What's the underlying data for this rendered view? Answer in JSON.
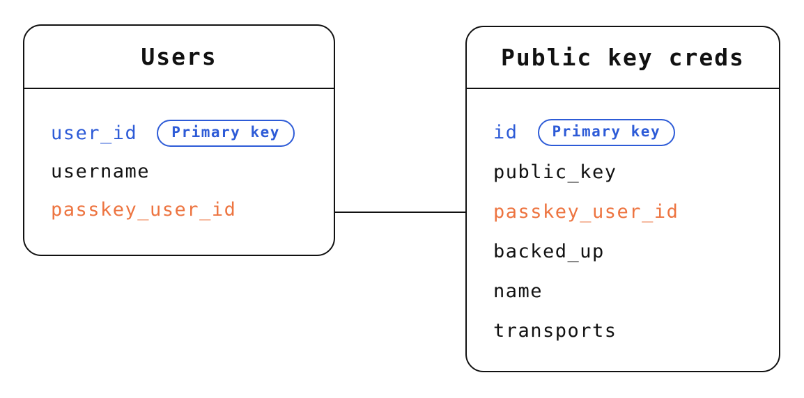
{
  "diagram": {
    "type": "entity-relationship",
    "colors": {
      "blue": "#2d5bd7",
      "orange": "#ed7440",
      "text": "#111111",
      "border": "#111111",
      "background": "#ffffff"
    },
    "tables": [
      {
        "title": "Users",
        "fields": [
          {
            "name": "user_id",
            "color": "blue",
            "badge": "Primary key"
          },
          {
            "name": "username",
            "color": "text"
          },
          {
            "name": "passkey_user_id",
            "color": "orange"
          }
        ]
      },
      {
        "title": "Public key creds",
        "fields": [
          {
            "name": "id",
            "color": "blue",
            "badge": "Primary key"
          },
          {
            "name": "public_key",
            "color": "text"
          },
          {
            "name": "passkey_user_id",
            "color": "orange"
          },
          {
            "name": "backed_up",
            "color": "text"
          },
          {
            "name": "name",
            "color": "text"
          },
          {
            "name": "transports",
            "color": "text"
          }
        ]
      }
    ],
    "relationship": {
      "from_table": "Users",
      "from_field": "passkey_user_id",
      "to_table": "Public key creds",
      "to_field": "passkey_user_id"
    }
  }
}
